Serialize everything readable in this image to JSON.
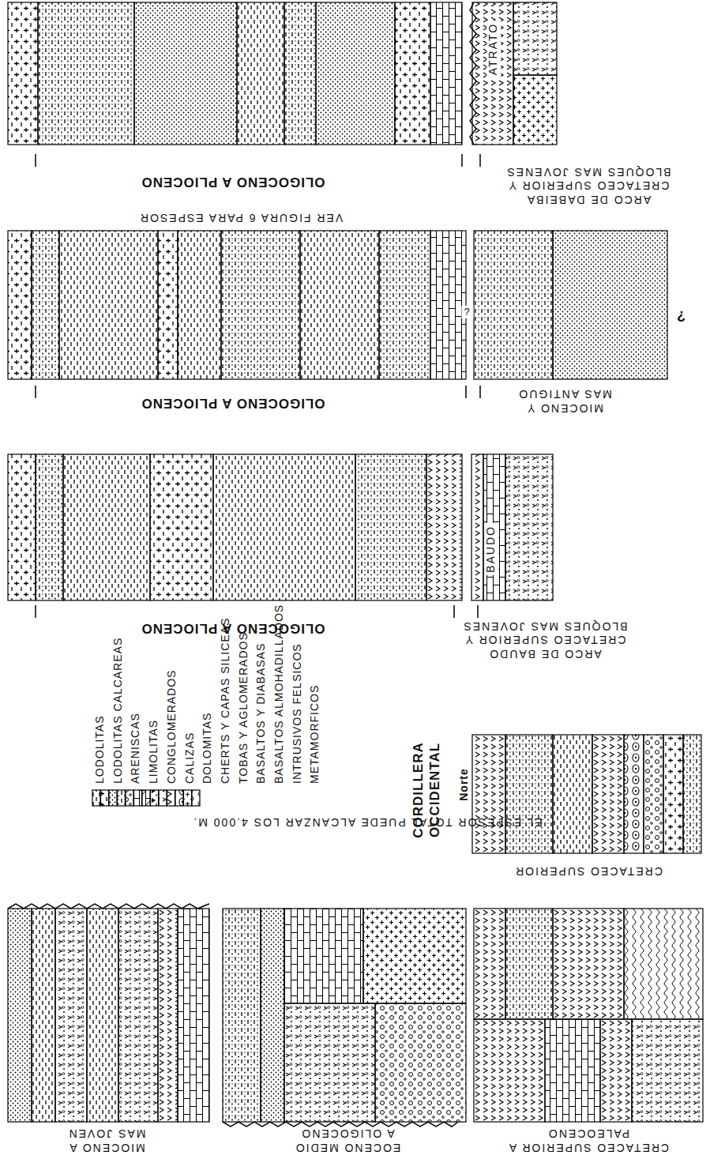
{
  "diagram": {
    "labels": [
      "OLIGOCENO A PLIOCENO",
      "ATRATO",
      "ARCO DE DABEIBA CRETACEO SUPERIOR Y BLOQUES MAS JOVENES",
      "VER FIGURA 6 PARA ESPESOR",
      "?",
      "?",
      "OLIGOCENO A PLIOCENO",
      "MIOCENO Y MAS ANTIGUO",
      "BAUDO",
      "OLIGOCENO A PLIOCENO",
      "ARCO DE BAUDO CRETACEO SUPERIOR Y BLOQUES MAS JOVENES",
      "EL ESPESOR TOTAL PUEDE ALCANZAR LOS 4.000 M.",
      "CORDILLERA OCCIDENTAL",
      "Norte",
      "CRETACEO SUPERIOR",
      "MIOCENO A MAS JOVEN",
      "EOCENO MEDIO A OLIGOCENO",
      "CRETACEO SUPERIOR A PALEOCENO"
    ],
    "legend": [
      {
        "text": "LODOLITAS"
      },
      {
        "text": "LODOLITAS CALCAREAS"
      },
      {
        "text": "ARENISCAS"
      },
      {
        "text": "LIMOLITAS"
      },
      {
        "text": "CONGLOMERADOS"
      },
      {
        "text": "CALIZAS"
      },
      {
        "text": "DOLOMITAS"
      },
      {
        "text": "CHERTS Y CAPAS SILICEAS"
      },
      {
        "text": "TOBAS Y AGLOMERADOS"
      },
      {
        "text": "BASALTOS Y DIABASAS"
      },
      {
        "text": "BASALTOS ALMOHADILLADOS"
      },
      {
        "text": "INTRUSIVOS FELSICOS"
      },
      {
        "text": "METAMORFICOS"
      }
    ]
  }
}
